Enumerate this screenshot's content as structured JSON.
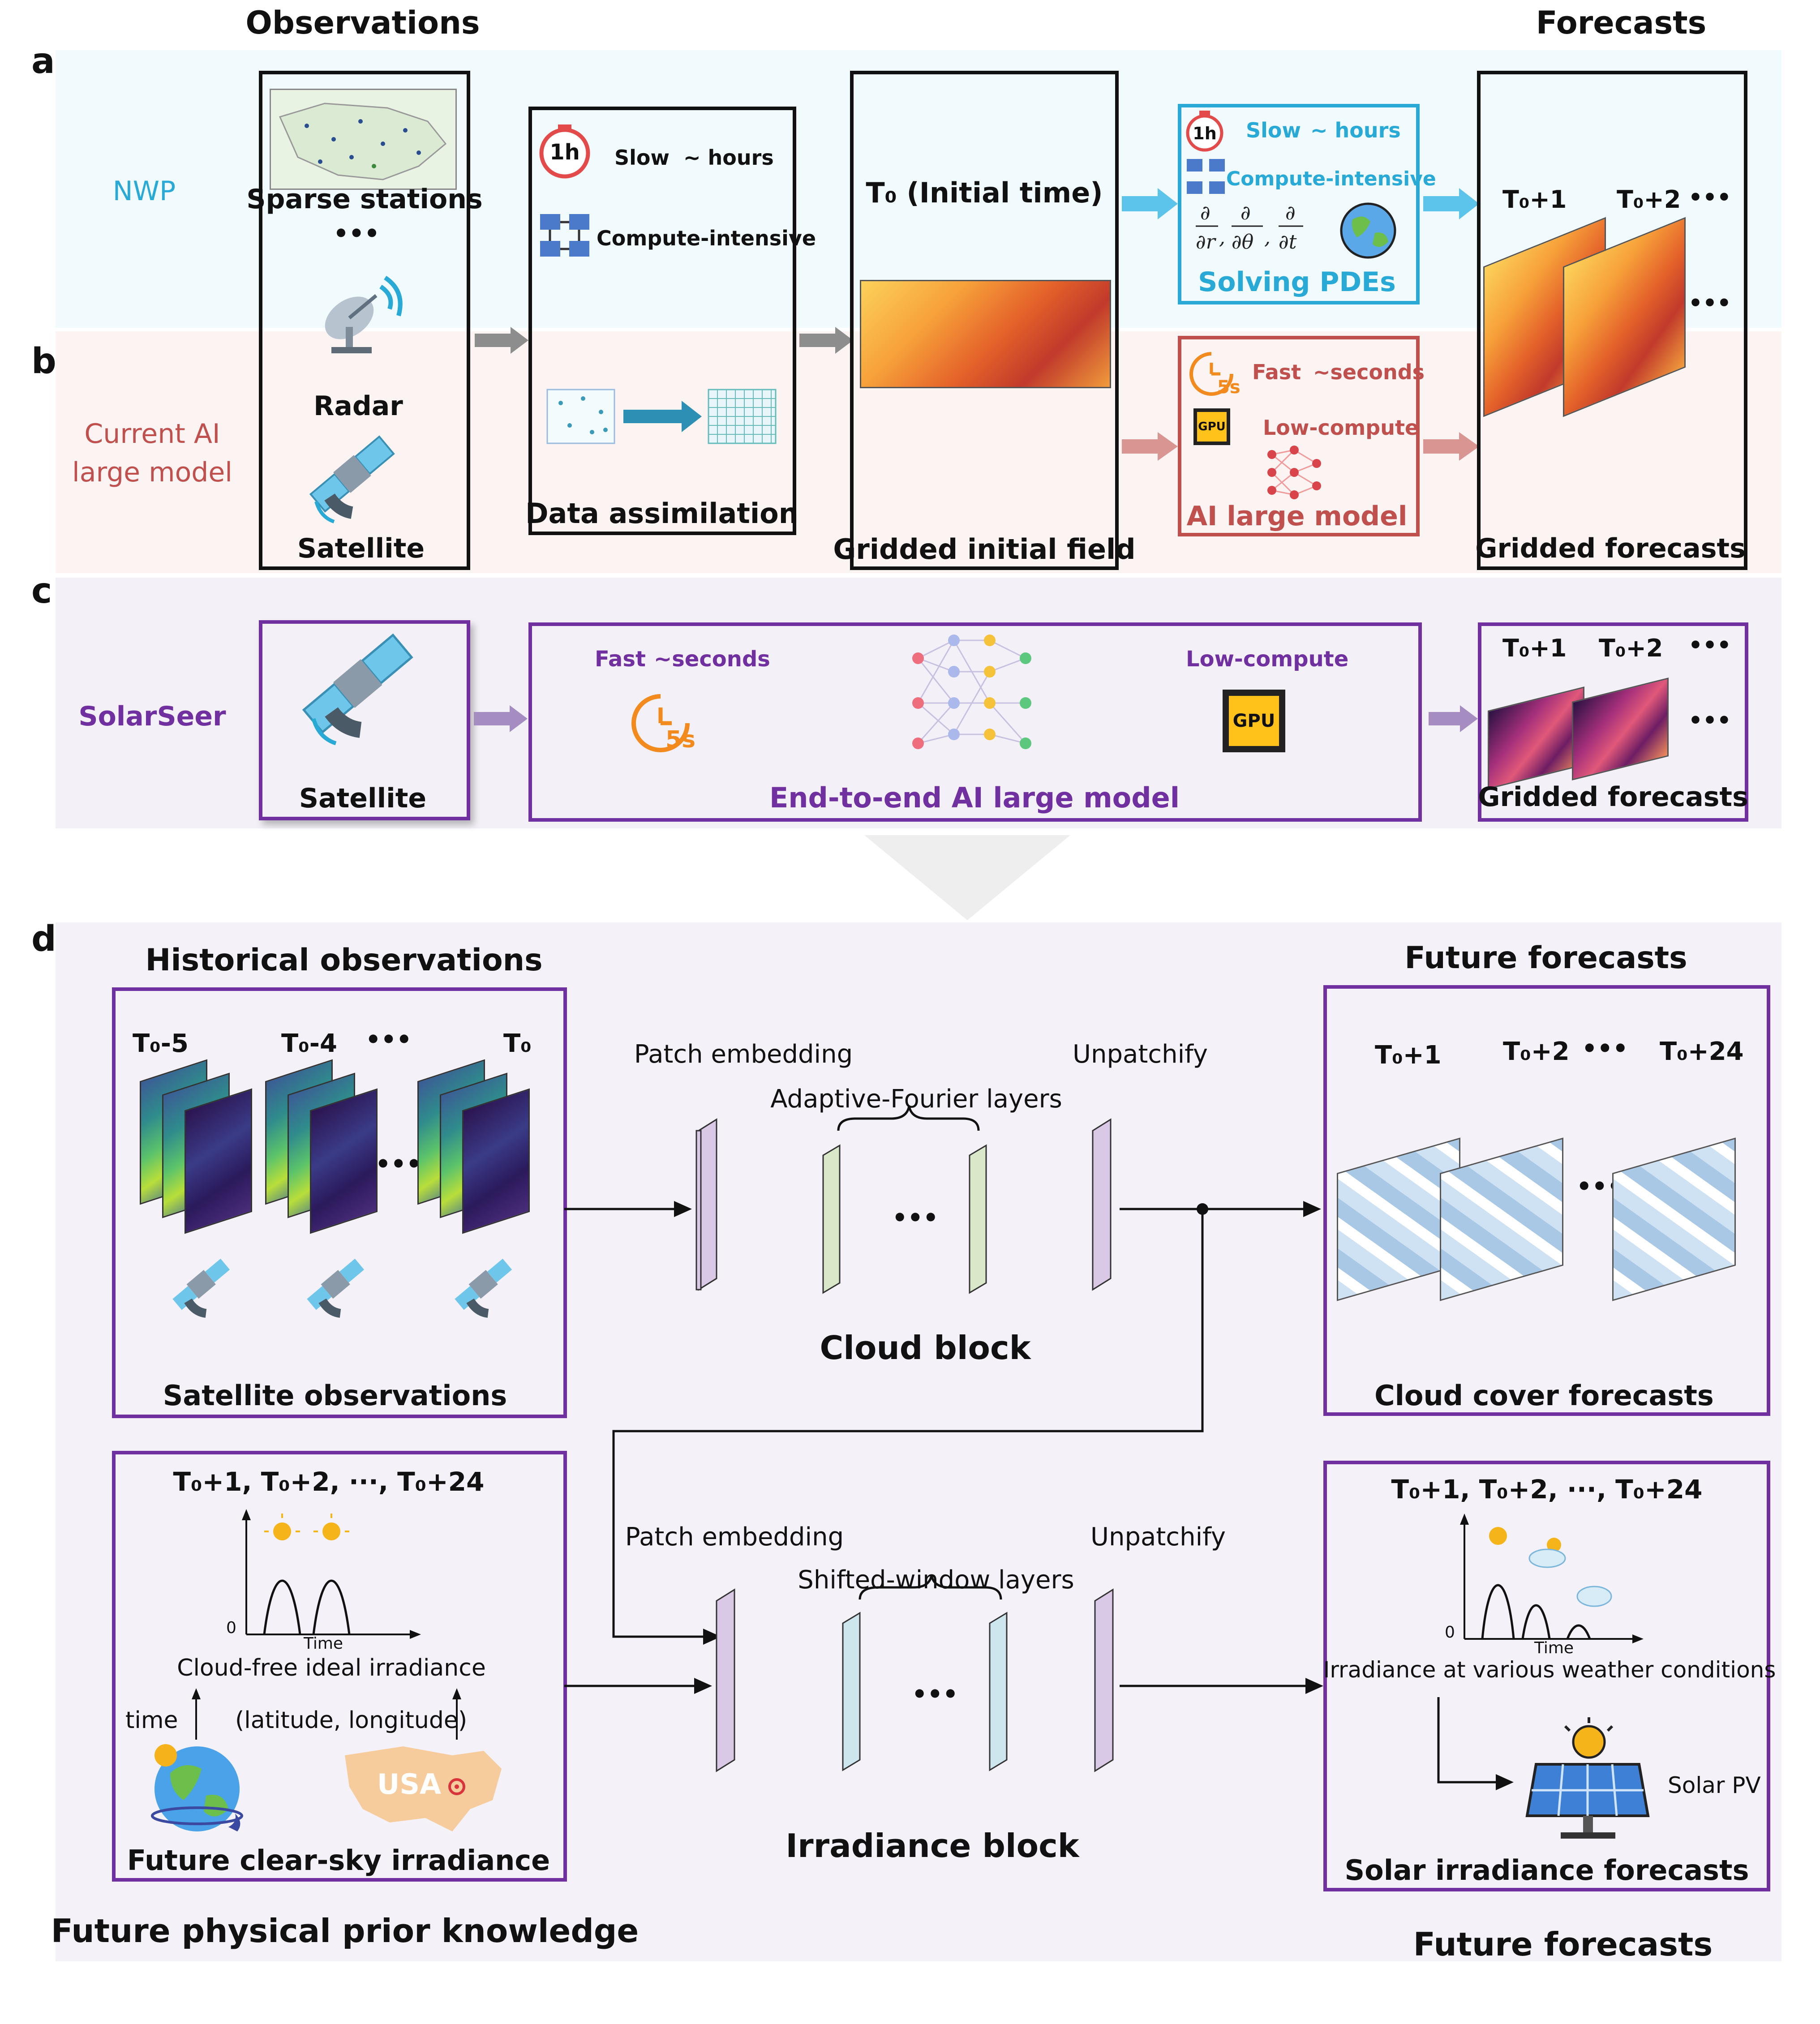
{
  "headers": {
    "observations": "Observations",
    "forecasts": "Forecasts"
  },
  "panels": {
    "a": "a",
    "b": "b",
    "c": "c",
    "d": "d"
  },
  "rows": {
    "nwp": "NWP",
    "ai_line1": "Current AI",
    "ai_line2": "large model",
    "solarseer": "SolarSeer"
  },
  "obs_box": {
    "stations": "Sparse stations",
    "dots": "•••",
    "radar": "Radar",
    "satellite": "Satellite"
  },
  "da_box": {
    "clock": "1h",
    "slow": "Slow",
    "hours": "~ hours",
    "compute": "Compute-intensive",
    "label": "Data assimilation"
  },
  "init_box": {
    "title": "T₀ (Initial time)",
    "label": "Gridded initial field"
  },
  "pde_box": {
    "clock": "1h",
    "slow": "Slow",
    "hours": "~ hours",
    "compute": "Compute-intensive",
    "label": "Solving PDEs"
  },
  "ai_box": {
    "clock": "5s",
    "fast": "Fast",
    "seconds": "~seconds",
    "gpu": "GPU",
    "compute": "Low-compute",
    "label": "AI large model"
  },
  "fc_box": {
    "t1": "T₀+1",
    "t2": "T₀+2",
    "dots": "•••",
    "label": "Gridded forecasts"
  },
  "c_sat": {
    "label": "Satellite"
  },
  "c_model": {
    "fast": "Fast",
    "seconds": "~seconds",
    "clock": "5s",
    "compute": "Low-compute",
    "gpu": "GPU",
    "label": "End-to-end AI large model"
  },
  "c_fc": {
    "t1": "T₀+1",
    "t2": "T₀+2",
    "dots": "•••",
    "label": "Gridded forecasts"
  },
  "d": {
    "hist_title": "Historical observations",
    "hist": {
      "t5": "T₀-5",
      "t4": "T₀-4",
      "dots": "•••",
      "t0": "T₀",
      "label": "Satellite observations"
    },
    "cloud": {
      "patch": "Patch embedding",
      "afl": "Adaptive-Fourier layers",
      "unpatch": "Unpatchify",
      "dots": "•••",
      "name": "Cloud block"
    },
    "future_title": "Future forecasts",
    "cloudfc": {
      "t1": "T₀+1",
      "t2": "T₀+2",
      "dots": "•••",
      "t24": "T₀+24",
      "label": "Cloud cover forecasts"
    },
    "prior": {
      "times": "T₀+1, T₀+2, ···, T₀+24",
      "zero": "0",
      "time": "Time",
      "ideal": "Cloud-free ideal irradiance",
      "timelbl": "time",
      "latlon": "(latitude, longitude)",
      "usa": "USA",
      "label": "Future clear-sky irradiance"
    },
    "irr": {
      "patch": "Patch embedding",
      "swl": "Shifted-window layers",
      "unpatch": "Unpatchify",
      "dots": "•••",
      "name": "Irradiance block"
    },
    "solar": {
      "times": "T₀+1, T₀+2, ···, T₀+24",
      "zero": "0",
      "time": "Time",
      "various": "Irradiance at various weather conditions",
      "pv": "Solar PV",
      "label": "Solar irradiance forecasts"
    },
    "prior_title": "Future physical prior knowledge",
    "future_title2": "Future forecasts"
  },
  "colors": {
    "nwp": "#29a9d6",
    "ai": "#c0504d",
    "solarseer": "#7030a0",
    "purple_box": "#7030a0"
  }
}
